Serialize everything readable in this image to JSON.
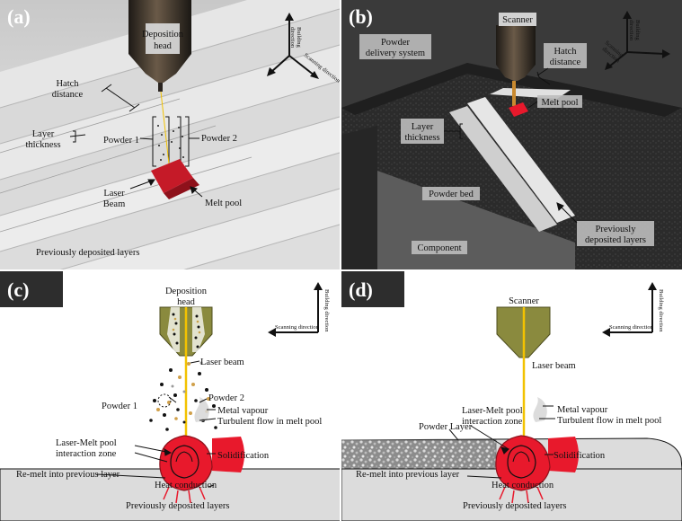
{
  "panel_a": {
    "tag": "(a)",
    "deposition_head": [
      "Deposition",
      "head"
    ],
    "hatch_distance": [
      "Hatch",
      "distance"
    ],
    "layer_thickness": [
      "Layer",
      "thickness"
    ],
    "powder1": "Powder 1",
    "powder2": "Powder 2",
    "laser_beam": [
      "Laser",
      "Beam"
    ],
    "melt_pool": "Melt pool",
    "previous_layers": "Previously deposited layers",
    "axis_building": [
      "Building",
      "direction"
    ],
    "axis_scanning": "Scanning direction"
  },
  "panel_b": {
    "tag": "(b)",
    "scanner": "Scanner",
    "powder_delivery": [
      "Powder",
      "delivery system"
    ],
    "hatch_distance": [
      "Hatch",
      "distance"
    ],
    "melt_pool": "Melt pool",
    "layer_thickness": [
      "Layer",
      "thickness"
    ],
    "powder_bed": "Powder bed",
    "previous_layers": [
      "Previously",
      "deposited layers"
    ],
    "component": "Component",
    "axis_building": [
      "Building",
      "direction"
    ],
    "axis_scanning": [
      "Scanning",
      "direction"
    ]
  },
  "panel_c": {
    "tag": "(c)",
    "deposition_head": [
      "Deposition",
      "head"
    ],
    "laser_beam": "Laser beam",
    "powder1": "Powder 1",
    "powder2": "Powder 2",
    "metal_vapour": "Metal vapour",
    "turbulent_flow": "Turbulent flow in melt pool",
    "interaction_zone": [
      "Laser-Melt pool",
      "interaction zone"
    ],
    "solidification": "Solidification",
    "remelt": "Re-melt into previous layer",
    "heat_conduction": "Heat conduction",
    "previous_layers": "Previously deposited layers",
    "axis_building": "Building direction",
    "axis_scanning": "Scanning direction"
  },
  "panel_d": {
    "tag": "(d)",
    "scanner": "Scanner",
    "laser_beam": "Laser beam",
    "interaction_zone": [
      "Laser-Melt pool",
      "interaction zone"
    ],
    "metal_vapour": "Metal vapour",
    "turbulent_flow": "Turbulent flow in melt pool",
    "powder_layer": "Powder Layer",
    "solidification": "Solidification",
    "remelt": "Re-melt into previous layer",
    "heat_conduction": "Heat conduction",
    "previous_layers": "Previously deposited layers",
    "axis_building": "Building direction",
    "axis_scanning": "Scanning direction"
  },
  "colors": {
    "melt_red": "#e8192c",
    "nozzle_olive": "#8a8a3e",
    "beam_yellow": "#f2c200",
    "substrate_gray": "#dcdcdc",
    "dark_bg": "#3a3a3a"
  }
}
